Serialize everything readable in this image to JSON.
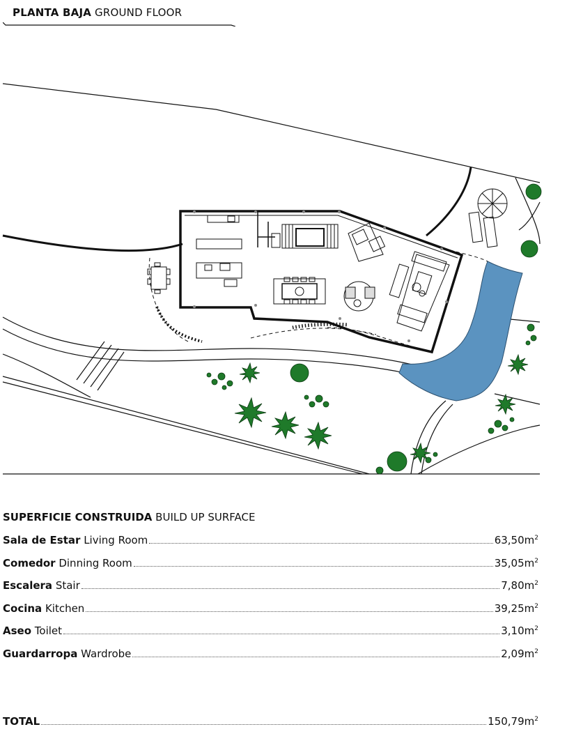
{
  "header": {
    "title_bold": "PLANTA BAJA",
    "title_light": "GROUND FLOOR"
  },
  "surface": {
    "heading_bold": "SUPERFICIE CONSTRUIDA",
    "heading_light": "BUILD UP SURFACE",
    "rows": [
      {
        "es": "Sala de Estar",
        "en": "Living Room",
        "value": "63,50m",
        "unit_sup": "2"
      },
      {
        "es": "Comedor",
        "en": "Dinning Room",
        "value": "35,05m",
        "unit_sup": "2"
      },
      {
        "es": "Escalera",
        "en": "Stair",
        "value": "7,80m",
        "unit_sup": "2"
      },
      {
        "es": "Cocina",
        "en": "Kitchen",
        "value": "39,25m",
        "unit_sup": "2"
      },
      {
        "es": "Aseo",
        "en": "Toilet",
        "value": "3,10m",
        "unit_sup": "2"
      },
      {
        "es": "Guardarropa",
        "en": "Wardrobe",
        "value": "2,09m",
        "unit_sup": "2"
      }
    ],
    "total": {
      "label": "TOTAL",
      "value": "150,79m",
      "unit_sup": "2"
    }
  },
  "colors": {
    "pool": "#5b93c0",
    "plants": "#1f7a2a",
    "walls": "#111111"
  }
}
